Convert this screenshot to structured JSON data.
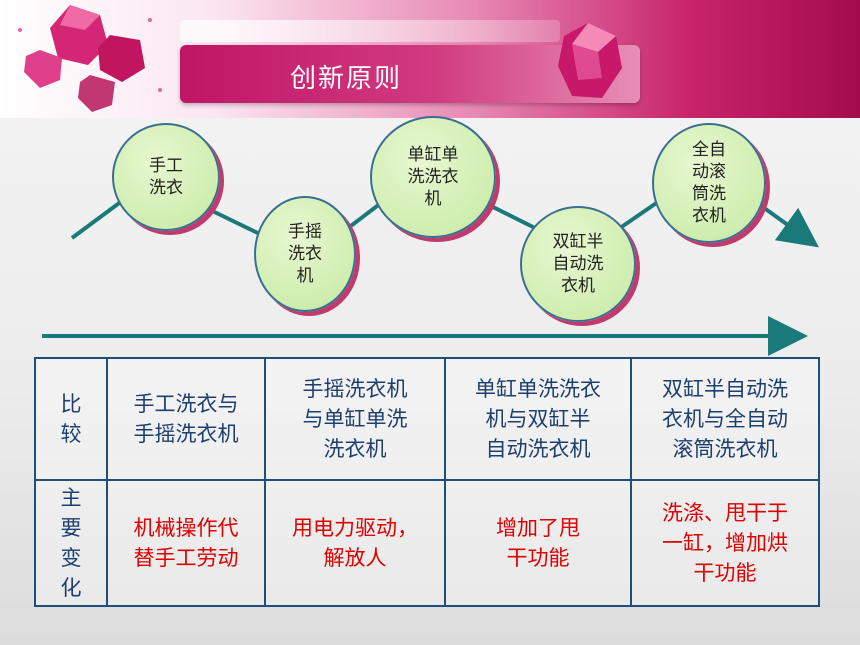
{
  "slide": {
    "title": "创新原则"
  },
  "flow": {
    "stages": [
      "手工\n洗衣",
      "手摇\n洗衣\n机",
      "单缸单\n洗洗衣\n机",
      "双缸半\n自动洗\n衣机",
      "全自\n动滚\n筒洗\n衣机"
    ]
  },
  "table": {
    "header_row_label": "比\n较",
    "change_row_label": "主\n要\n变\n化",
    "comparisons": [
      {
        "compare": "手工洗衣与\n手摇洗衣机",
        "change": "机械操作代\n替手工劳动"
      },
      {
        "compare": "手摇洗衣机\n与单缸单洗\n洗衣机",
        "change": "用电力驱动，\n解放人"
      },
      {
        "compare": "单缸单洗洗衣\n机与双缸半\n自动洗衣机",
        "change": "增加了甩\n干功能"
      },
      {
        "compare": "双缸半自动洗\n衣机与全自动\n滚筒洗衣机",
        "change": "洗涤、甩干于\n一缸，增加烘\n干功能"
      }
    ]
  },
  "colors": {
    "accent": "#c8246c",
    "table_border": "#1f4e7a",
    "arrow": "#1a7a7a",
    "change_text": "#e00000",
    "compare_text": "#1d3f6e"
  }
}
